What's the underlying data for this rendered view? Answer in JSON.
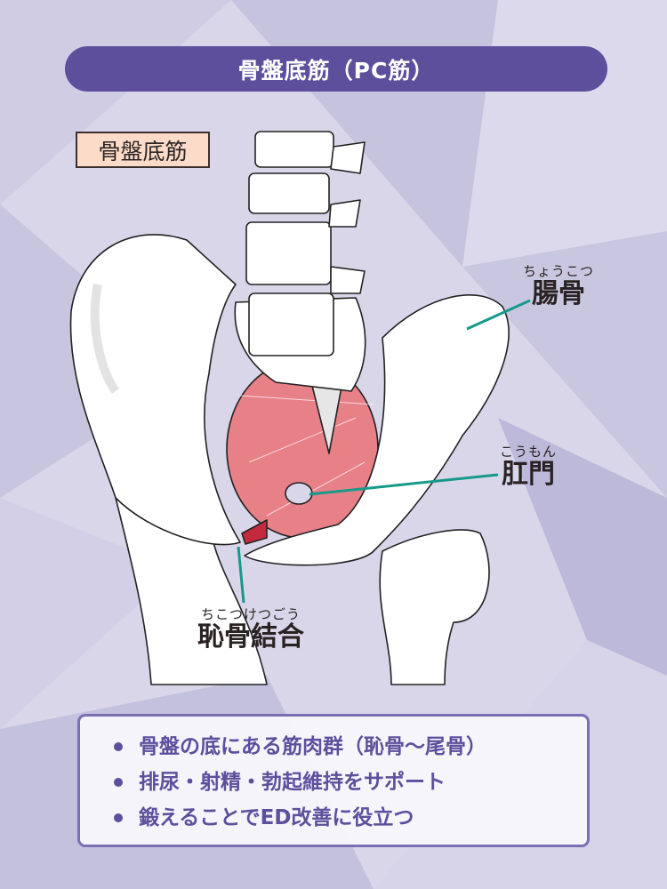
{
  "title": "骨盤底筋（PC筋）",
  "subtitle": "骨盤底筋",
  "labels": {
    "ilium": {
      "ruby": "ちょうこつ",
      "text": "腸骨"
    },
    "anus": {
      "ruby": "こうもん",
      "text": "肛門"
    },
    "pubic_symphysis": {
      "ruby": "ちこつけつごう",
      "text": "恥骨結合"
    }
  },
  "points": [
    "骨盤の底にある筋肉群（恥骨〜尾骨）",
    "排尿・射精・勃起維持をサポート",
    "鍛えることでED改善に役立つ"
  ],
  "colors": {
    "accent": "#5d4f9c",
    "leader": "#16998a",
    "muscle": "#e06a72",
    "label_bg": "#fcdcc9"
  }
}
